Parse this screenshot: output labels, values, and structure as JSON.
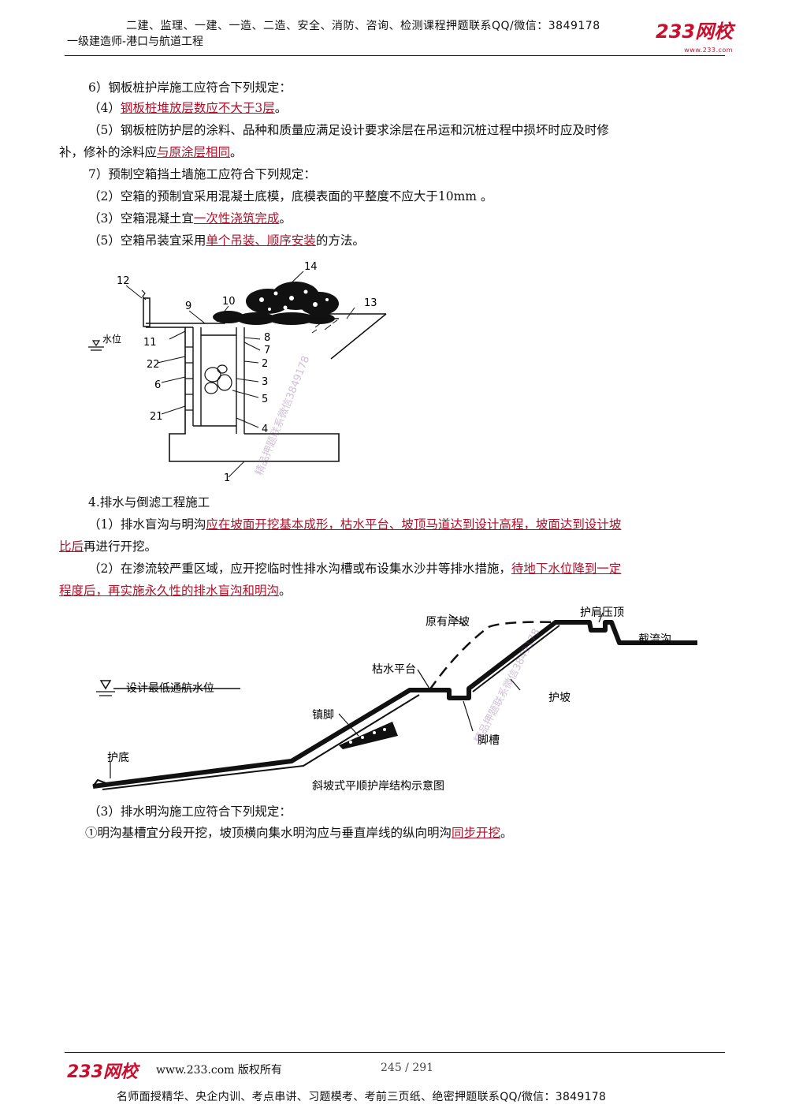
{
  "header": {
    "top_text": "二建、监理、一建、一造、二造、安全、消防、咨询、检测课程押题联系QQ/微信：3849178",
    "subtitle": "一级建造师-港口与航道工程",
    "logo": "233网校",
    "logo_url": "www.233.com"
  },
  "content": {
    "l1": "6）钢板桩护岸施工应符合下列规定：",
    "l2a": "（4）",
    "l2b": "钢板桩堆放层数应不大于3层",
    "l2c": "。",
    "l3": "（5）钢板桩防护层的涂料、品种和质量应满足设计要求涂层在吊运和沉桩过程中损坏时应及时修",
    "l4a": "补，修补的涂料应",
    "l4b": "与原涂层相同",
    "l4c": "。",
    "l5": "7）预制空箱挡土墙施工应符合下列规定：",
    "l6": "（2）空箱的预制宜采用混凝土底模，底模表面的平整度不应大于10mm 。",
    "l7a": "（3）空箱混凝土宜",
    "l7b": "一次性浇筑完成",
    "l7c": "。",
    "l8a": "（5）空箱吊装宜采用",
    "l8b": "单个吊装、顺序安装",
    "l8c": "的方法。",
    "l9": "4.排水与倒滤工程施工",
    "l10a": "（1）排水盲沟与明沟",
    "l10b": "应在坡面开挖基本成形，枯水平台、坡顶马道达到设计高程，坡面达到设计坡",
    "l11a": "比后",
    "l11b": "再进行开挖。",
    "l12a": "（2）在渗流较严重区域，应开挖临时性排水沟槽或布设集水沙井等排水措施，",
    "l12b": "待地下水位降到一定",
    "l13": "程度后，再实施永久性的排水盲沟和明沟",
    "l13c": "。",
    "l14": "（3）排水明沟施工应符合下列规定：",
    "l15a": "①明沟基槽宜分段开挖，坡顶横向集水明沟应与垂直岸线的纵向明沟",
    "l15b": "同步开挖",
    "l15c": "。"
  },
  "figure1": {
    "water_label": "水位",
    "numbers": [
      "12",
      "9",
      "10",
      "14",
      "13",
      "11",
      "8",
      "7",
      "22",
      "2",
      "6",
      "3",
      "5",
      "21",
      "4",
      "1"
    ]
  },
  "figure2": {
    "labels": {
      "original_bank": "原有岸坡",
      "crest": "护肩压顶",
      "intercept": "截流沟",
      "dry_platform": "枯水平台",
      "design_level": "设计最低通航水位",
      "slope_protect": "护坡",
      "toe": "镇脚",
      "toe_trench": "脚槽",
      "bottom": "护底"
    },
    "caption": "斜坡式平顺护岸结构示意图"
  },
  "watermarks": [
    "精品押题联系微信3849178",
    "精品押题联系微信3849178"
  ],
  "footer": {
    "logo": "233网校",
    "site": "www.233.com 版权所有",
    "page": "245 / 291",
    "bottom_text": "名师面授精华、央企内训、考点串讲、习题模考、考前三页纸、绝密押题联系QQ/微信：3849178"
  }
}
